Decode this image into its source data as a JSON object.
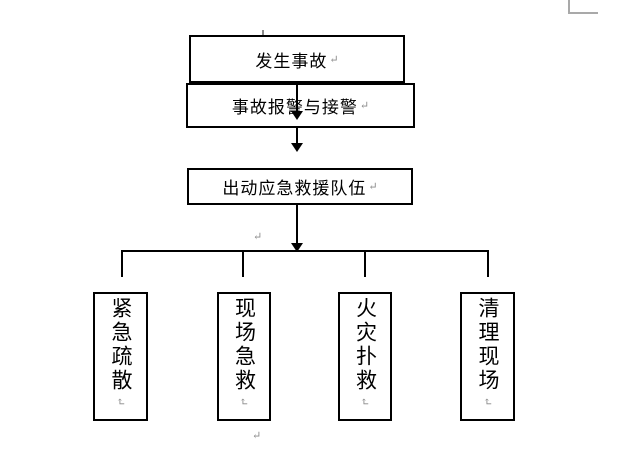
{
  "document": {
    "kind": "word-flowchart-page",
    "background": "#ffffff",
    "colors": {
      "box_border": "#000000",
      "text": "#000000",
      "paragraph_mark": "#8a8a8a",
      "boundary_mark": "#a9a9a9"
    }
  },
  "glyphs": {
    "paragraph_mark": "↵"
  },
  "flowchart": {
    "nodes": {
      "accident": "发生事故",
      "alarm": "事故报警与接警",
      "dispatch": "出动应急救援队伍",
      "evacuation": "紧急疏散",
      "first_aid": "现场急救",
      "fire_fighting": "火灾扑救",
      "cleanup": "清理现场"
    }
  }
}
